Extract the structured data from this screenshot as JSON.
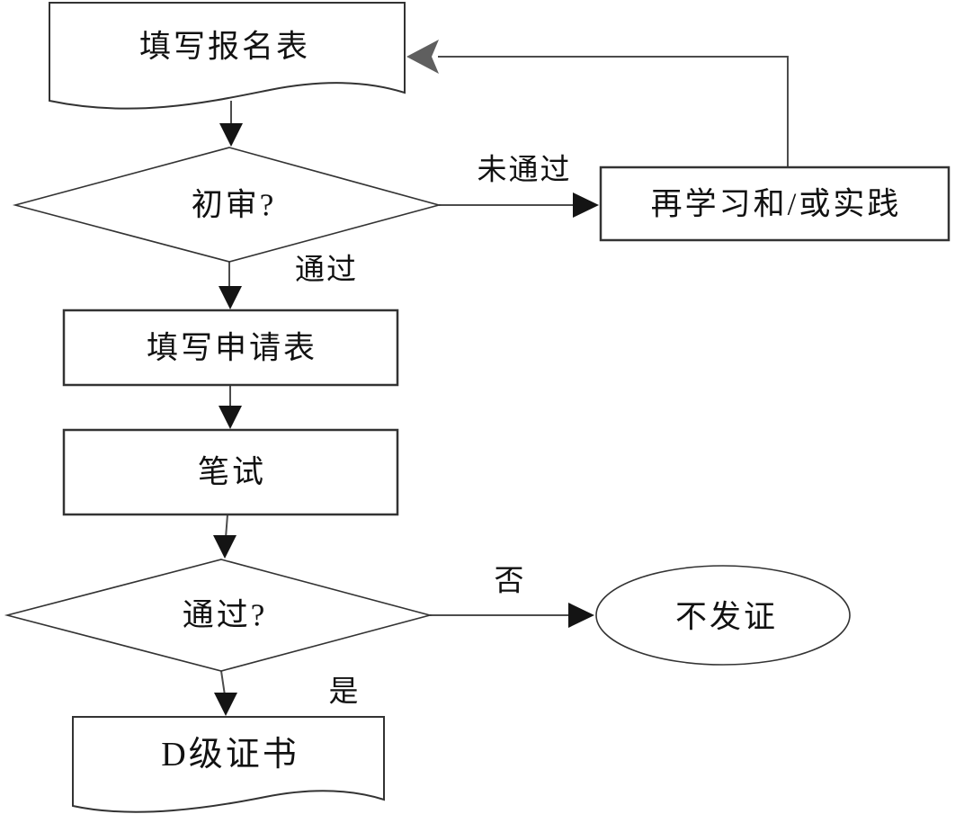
{
  "diagram": {
    "type": "flowchart",
    "title": "certification-application-process",
    "colors": {
      "background": "#ffffff",
      "shape_stroke": "#333333",
      "line_stroke": "#4c4c4c",
      "arrowhead": "#141414",
      "feedback_arrowhead": "#5f5f5f",
      "text": "#111111"
    },
    "nodes": [
      {
        "id": "fill-registration-form",
        "shape": "document",
        "label": "填写报名表"
      },
      {
        "id": "initial-review",
        "shape": "decision",
        "label": "初审?"
      },
      {
        "id": "restudy-practice",
        "shape": "process",
        "label": "再学习和/或实践"
      },
      {
        "id": "fill-application-form",
        "shape": "process",
        "label": "填写申请表"
      },
      {
        "id": "written-test",
        "shape": "process",
        "label": "笔试"
      },
      {
        "id": "pass-decision",
        "shape": "decision",
        "label": "通过?"
      },
      {
        "id": "no-certificate",
        "shape": "terminator",
        "label": "不发证"
      },
      {
        "id": "d-level-certificate",
        "shape": "document",
        "label": "D级证书"
      }
    ],
    "edges": [
      {
        "from": "fill-registration-form",
        "to": "initial-review",
        "label": ""
      },
      {
        "from": "initial-review",
        "to": "restudy-practice",
        "label": "未通过"
      },
      {
        "from": "restudy-practice",
        "to": "fill-registration-form",
        "label": ""
      },
      {
        "from": "initial-review",
        "to": "fill-application-form",
        "label": "通过"
      },
      {
        "from": "fill-application-form",
        "to": "written-test",
        "label": ""
      },
      {
        "from": "written-test",
        "to": "pass-decision",
        "label": ""
      },
      {
        "from": "pass-decision",
        "to": "no-certificate",
        "label": "否"
      },
      {
        "from": "pass-decision",
        "to": "d-level-certificate",
        "label": "是"
      }
    ]
  }
}
